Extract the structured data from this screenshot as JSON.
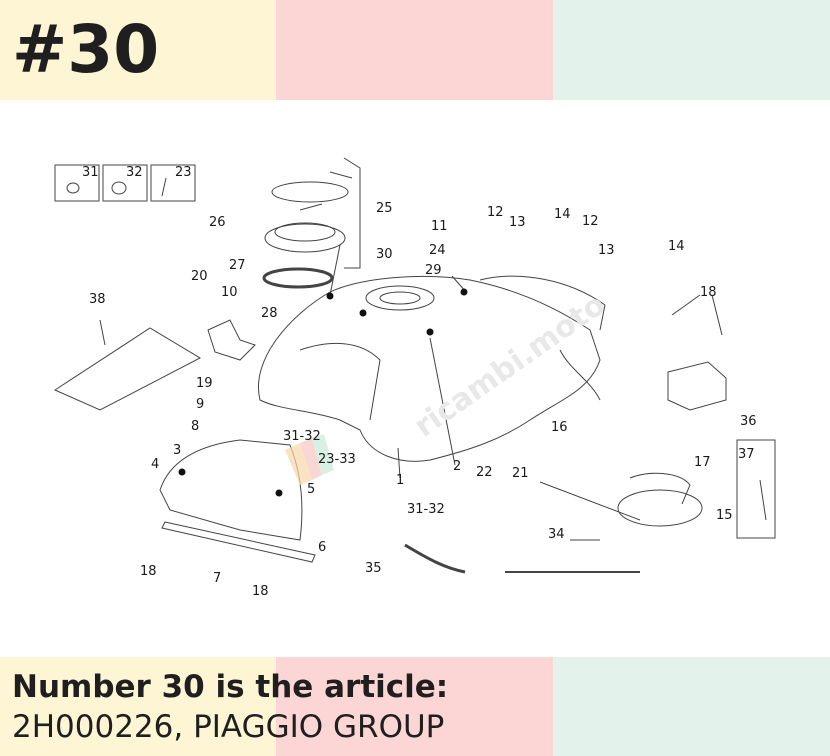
{
  "header": {
    "number": "#30"
  },
  "footer": {
    "line1": "Number 30 is the article:",
    "line2": "2H000226, PIAGGIO GROUP"
  },
  "colors": {
    "band_yellow": "#fdf5d3",
    "band_pink": "#fcd5d5",
    "band_mint": "#e3f3ec",
    "text_dark": "#1f1f1f"
  },
  "diagram": {
    "watermark": "ricambi.moto",
    "labels": [
      "31",
      "32",
      "23",
      "25",
      "26",
      "27",
      "30",
      "28",
      "29",
      "38",
      "20",
      "10",
      "11",
      "12",
      "13",
      "14",
      "12",
      "24",
      "13",
      "14",
      "18",
      "19",
      "9",
      "8",
      "3",
      "4",
      "31-32",
      "23-33",
      "5",
      "1",
      "2",
      "31-32",
      "16",
      "22",
      "21",
      "17",
      "37",
      "36",
      "15",
      "6",
      "18",
      "7",
      "18",
      "35",
      "34"
    ]
  }
}
